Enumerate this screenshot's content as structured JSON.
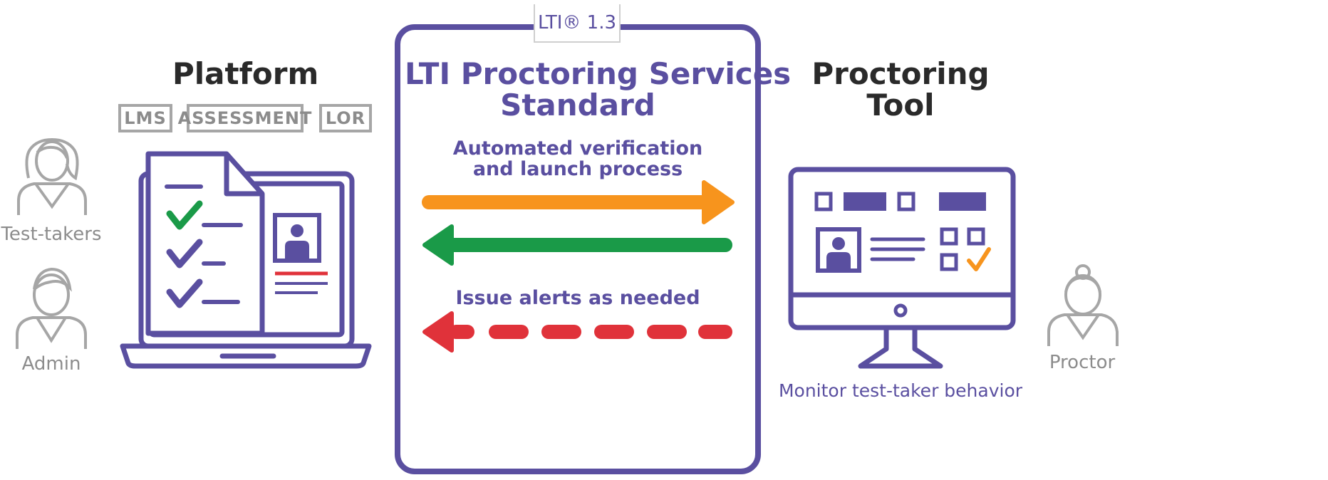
{
  "platform": {
    "title": "Platform",
    "tags": [
      "LMS",
      "ASSESSMENT",
      "LOR"
    ]
  },
  "standard": {
    "version": "LTI® 1.3",
    "title_line1": "LTI Proctoring Services",
    "title_line2": "Standard",
    "verify_line1": "Automated verification",
    "verify_line2": "and launch process",
    "alerts": "Issue alerts as needed"
  },
  "tool": {
    "title_line1": "Proctoring",
    "title_line2": "Tool",
    "caption": "Monitor test-taker behavior"
  },
  "roles": {
    "test_takers": "Test-takers",
    "admin": "Admin",
    "proctor": "Proctor"
  },
  "colors": {
    "purple": "#5a4fa0",
    "orange": "#f7941d",
    "green": "#1a9a48",
    "red": "#e0323a",
    "gray": "#a6a6a6"
  },
  "icons": [
    "person-icon",
    "laptop-icon",
    "document-icon",
    "id-card-icon",
    "checkmark-icon",
    "monitor-icon",
    "arrow-right-icon",
    "arrow-left-icon"
  ]
}
